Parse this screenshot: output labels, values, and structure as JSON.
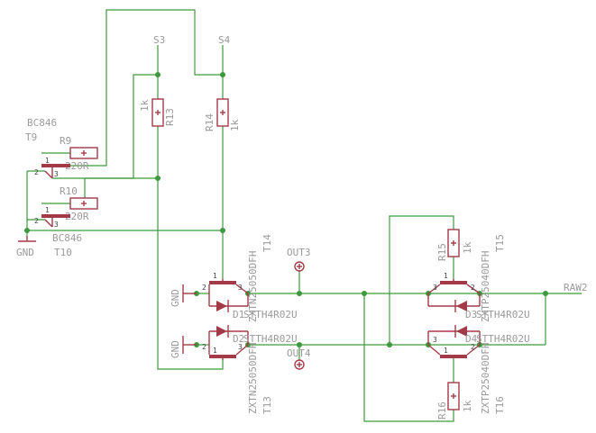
{
  "nets": {
    "s3": "S3",
    "s4": "S4",
    "out3": "OUT3",
    "out4": "OUT4",
    "raw2": "RAW2",
    "gnd": "GND"
  },
  "resistors": {
    "r9": {
      "name": "R9",
      "value": "220R"
    },
    "r10": {
      "name": "R10",
      "value": "220R"
    },
    "r13": {
      "name": "R13",
      "value": "1k"
    },
    "r14": {
      "name": "R14",
      "value": "1k"
    },
    "r15": {
      "name": "R15",
      "value": "1k"
    },
    "r16": {
      "name": "R16",
      "value": "1k"
    }
  },
  "transistors": {
    "t9": {
      "name": "T9",
      "part": "BC846"
    },
    "t10": {
      "name": "T10",
      "part": "BC846"
    },
    "t13": {
      "name": "T13",
      "part": "ZXTN25050DFH"
    },
    "t14": {
      "name": "T14",
      "part": "ZXTN25050DFH"
    },
    "t15": {
      "name": "T15",
      "part": "ZXTP25040DFH"
    },
    "t16": {
      "name": "T16",
      "part": "ZXTP25040DFH"
    }
  },
  "diodes": {
    "d1": {
      "name": "D1",
      "part": "STTH4R02U"
    },
    "d2": {
      "name": "D2",
      "part": "STTH4R02U"
    },
    "d3": {
      "name": "D3",
      "part": "STTH4R02U"
    },
    "d4": {
      "name": "D4",
      "part": "STTH4R02U"
    }
  },
  "pins": {
    "p1": "1",
    "p2": "2",
    "p3": "3"
  }
}
